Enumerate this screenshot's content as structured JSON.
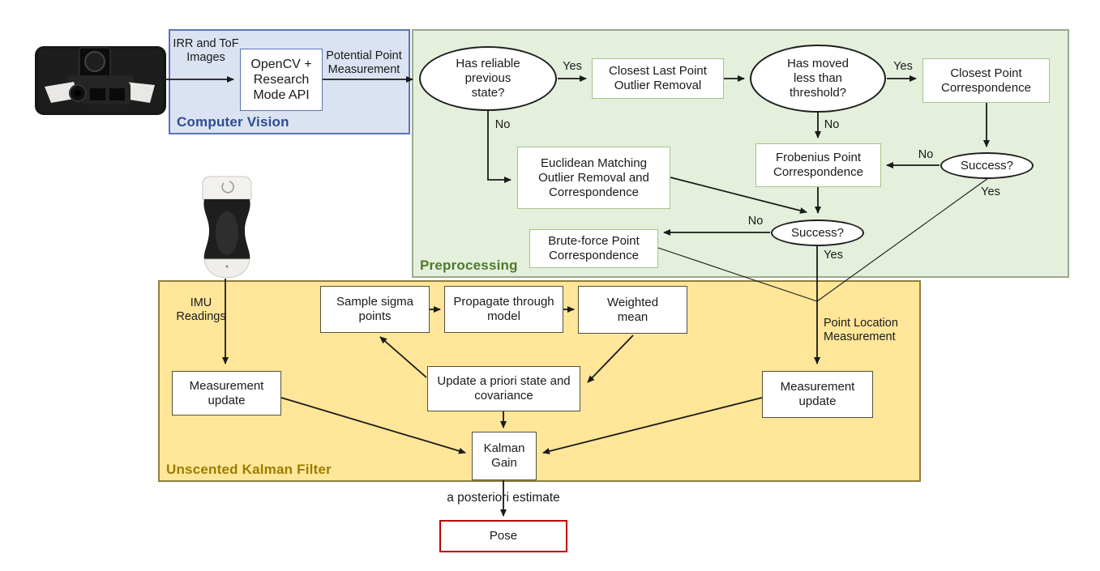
{
  "figure": {
    "type": "flowchart",
    "description": "Pose-estimation pipeline flowchart with Computer Vision, Preprocessing and Unscented Kalman Filter stages"
  },
  "regions": {
    "computer_vision": {
      "label": "Computer Vision"
    },
    "preprocessing": {
      "label": "Preprocessing"
    },
    "ukf": {
      "label": "Unscented Kalman Filter"
    }
  },
  "images": {
    "sensor_photo": "hololens-depth-sensor-photo",
    "probe_photo": "handheld-ultrasound-probe-photo"
  },
  "nodes": {
    "opencv": {
      "label": "OpenCV + Research Mode API"
    },
    "has_reliable": {
      "label": "Has reliable previous state?"
    },
    "closest_last_point": {
      "label": "Closest Last Point Outlier Removal"
    },
    "has_moved": {
      "label": "Has moved less than threshold?"
    },
    "closest_point": {
      "label": "Closest Point Correspondence"
    },
    "success_1": {
      "label": "Success?"
    },
    "frobenius": {
      "label": "Frobenius Point Correspondence"
    },
    "euclidean": {
      "label": "Euclidean Matching Outlier Removal and Correspondence"
    },
    "success_2": {
      "label": "Success?"
    },
    "brute_force": {
      "label": "Brute-force Point Correspondence"
    },
    "sample_sigma": {
      "label": "Sample sigma points"
    },
    "propagate": {
      "label": "Propagate through model"
    },
    "weighted_mean": {
      "label": "Weighted mean"
    },
    "update_a_priori": {
      "label": "Update a priori state and covariance"
    },
    "measurement_update_left": {
      "label": "Measurement update"
    },
    "measurement_update_right": {
      "label": "Measurement update"
    },
    "kalman_gain": {
      "label": "Kalman Gain"
    },
    "pose": {
      "label": "Pose"
    }
  },
  "edge_labels": {
    "yes": "Yes",
    "no": "No",
    "irr_tof": "IRR and ToF Images",
    "potential_point": "Potential Point Measurement",
    "imu_readings": "IMU Readings",
    "point_location": "Point Location Measurement",
    "a_posteriori": "a posteriori estimate"
  },
  "colors": {
    "cv_fill": "#dbe3f2",
    "cv_border": "#5b74b8",
    "cv_label": "#2e4d8f",
    "pre_fill": "#e4efdc",
    "pre_border": "#9aa88f",
    "pre_box_border": "#a5c58c",
    "pre_label": "#4e7a2d",
    "ukf_fill": "#ffe699",
    "ukf_border": "#8f7d40",
    "ukf_label": "#9c7c00",
    "pose_border": "#c00000",
    "arrow": "#1a1a1a"
  }
}
